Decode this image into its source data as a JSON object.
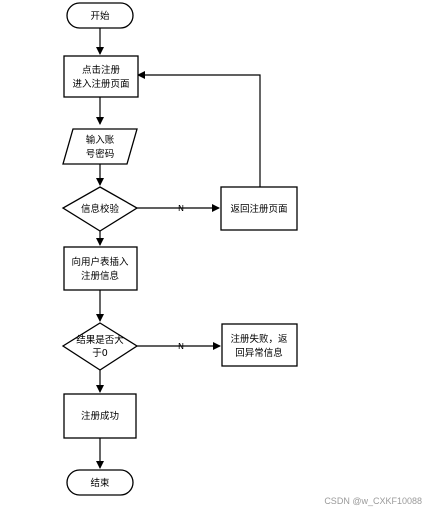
{
  "nodes": {
    "start": {
      "text": "开始"
    },
    "click_register": {
      "lines": [
        "点击注册",
        "进入注册页面"
      ]
    },
    "input_credentials": {
      "lines": [
        "输入账",
        "号密码"
      ]
    },
    "info_check": {
      "text": "信息校验"
    },
    "return_register": {
      "text": "返回注册页面"
    },
    "insert_user": {
      "lines": [
        "向用户表插入",
        "注册信息"
      ]
    },
    "result_check": {
      "lines": [
        "结果是否大",
        "于0"
      ]
    },
    "register_fail": {
      "lines": [
        "注册失败，返",
        "回异常信息"
      ]
    },
    "register_success": {
      "text": "注册成功"
    },
    "end": {
      "text": "结束"
    }
  },
  "edges": {
    "info_check_no": "N",
    "result_check_no": "N"
  },
  "watermark": "CSDN @w_CXKF10088"
}
